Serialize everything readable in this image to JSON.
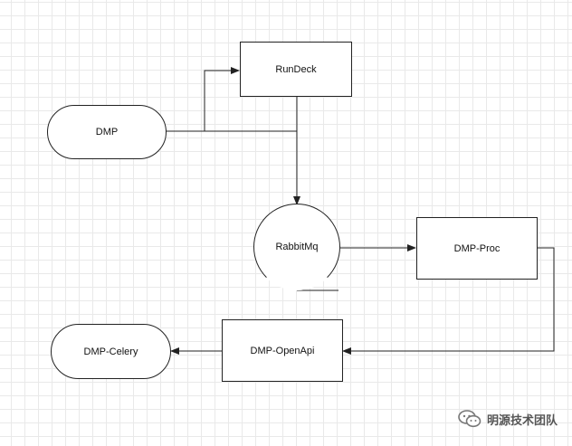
{
  "nodes": {
    "rundeck": "RunDeck",
    "dmp": "DMP",
    "rabbitmq": "RabbitMq",
    "dmp_proc": "DMP-Proc",
    "dmp_openapi": "DMP-OpenApi",
    "dmp_celery": "DMP-Celery"
  },
  "watermark": {
    "text": "明源技术团队",
    "icon": "wechat-icon"
  },
  "colors": {
    "line": "#222222",
    "grid": "#e9e9e9"
  }
}
